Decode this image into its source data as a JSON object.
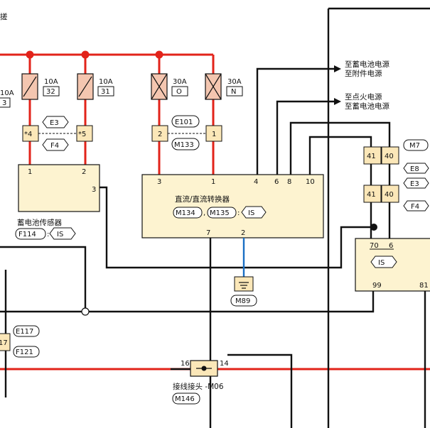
{
  "diagram": {
    "corner_text": "搓",
    "battery_sensor": {
      "name": "蓄电池传感器",
      "connector": "F114",
      "tag": "IS",
      "pins": [
        "1",
        "2",
        "3"
      ]
    },
    "dcdc": {
      "name": "直流/直流转换器",
      "connectors": [
        "M134",
        "M135"
      ],
      "separator_comma": ",",
      "separator_colon": ":",
      "tag": "IS",
      "top_pins": [
        "3",
        "1",
        "4",
        "6",
        "8",
        "10"
      ],
      "bottom_pins": [
        "7",
        "2"
      ]
    },
    "fuses": [
      {
        "amp": "10A",
        "num": "32"
      },
      {
        "amp": "10A",
        "num": "31"
      },
      {
        "amp": "30A",
        "num": "O"
      },
      {
        "amp": "30A",
        "num": "N"
      }
    ],
    "left_fuse": {
      "amp": "10A",
      "num": "3"
    },
    "left_fuse_pins": [
      "*4",
      "*5"
    ],
    "left_conn": [
      "E3",
      "F4"
    ],
    "mid_fuse_pins": [
      "2",
      "1"
    ],
    "mid_conn": [
      "E101",
      "M133"
    ],
    "supply_labels": [
      {
        "line1": "至蓄电池电源",
        "line2": "至附件电源"
      },
      {
        "line1": "至点火电源",
        "line2": "至蓄电池电源"
      }
    ],
    "right_conn_top": {
      "pins": [
        "41",
        "40"
      ],
      "labels": [
        "M7",
        "E8"
      ]
    },
    "right_conn_bottom": {
      "pins": [
        "41",
        "40"
      ],
      "labels": [
        "E3",
        "F4"
      ]
    },
    "right_module": {
      "pins_top": [
        "70",
        "6"
      ],
      "tag": "IS",
      "pins_bottom": [
        "99",
        "81"
      ]
    },
    "ground": "M89",
    "left_mid_conn": {
      "pin": "17",
      "labels": [
        "E117",
        "F121"
      ]
    },
    "joint": {
      "name": "接线接头 -M06",
      "connector": "M146",
      "pins": [
        "16",
        "14"
      ]
    }
  }
}
